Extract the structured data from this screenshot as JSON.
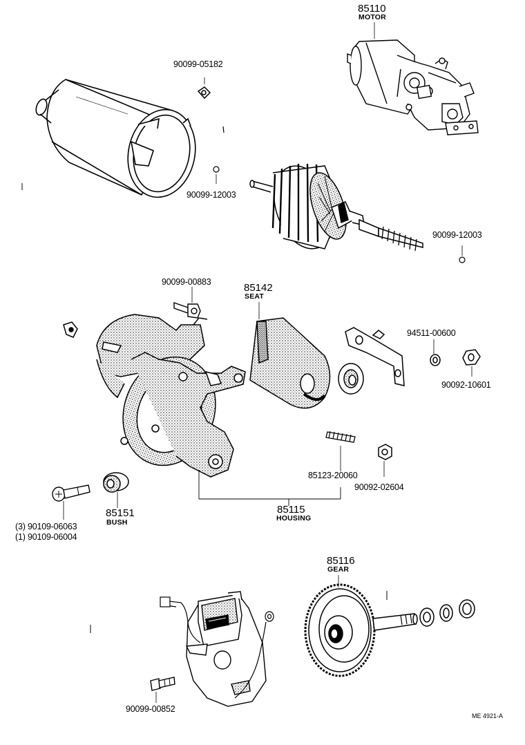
{
  "labels": {
    "motor_num": "85110",
    "motor_name": "MOTOR",
    "screw_05182": "90099-05182",
    "pin_12003_a": "90099-12003",
    "pin_12003_b": "90099-12003",
    "bolt_00883": "90099-00883",
    "seat_num": "85142",
    "seat_name": "SEAT",
    "washer_00600": "94511-00600",
    "nut_10601": "90092-10601",
    "stud_20060": "85123-20060",
    "nut_02604": "90092-02604",
    "screw_06063": "(3) 90109-06063",
    "screw_06004": "(1) 90109-06004",
    "bush_num": "85151",
    "bush_name": "BUSH",
    "housing_num": "85115",
    "housing_name": "HOUSING",
    "gear_num": "85116",
    "gear_name": "GEAR",
    "screw_00852": "90099-00852",
    "ref_code": "ME 4921-A"
  }
}
